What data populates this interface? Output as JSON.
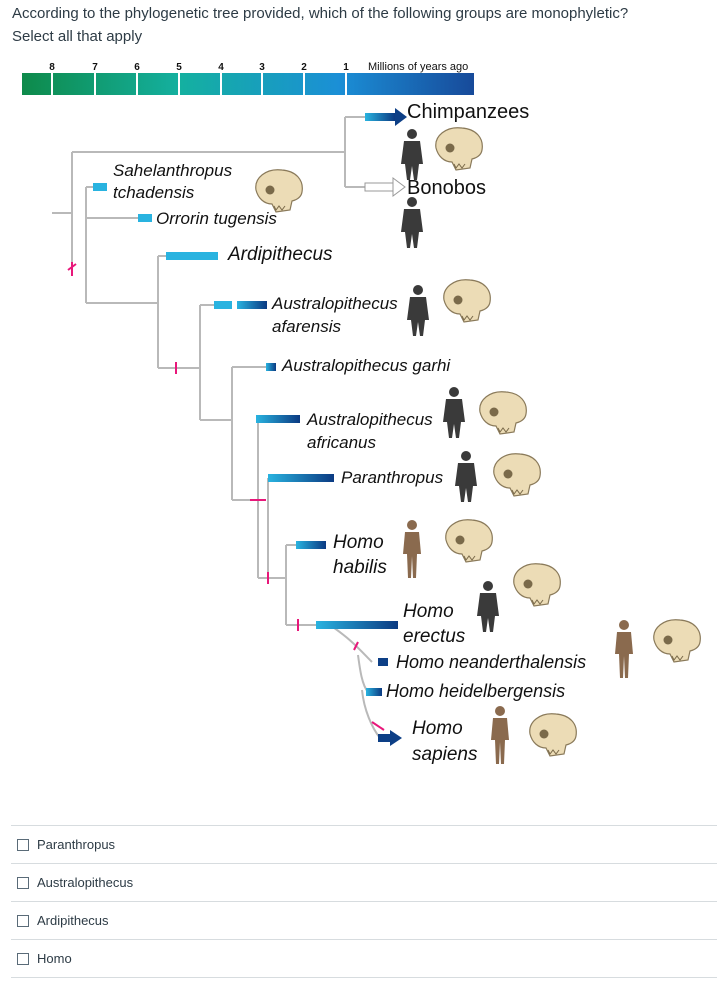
{
  "question": {
    "prompt": "According to the phylogenetic tree provided, which of the following groups are monophyletic?",
    "instruction": "Select all that apply"
  },
  "timeline": {
    "ticks": [
      "8",
      "7",
      "6",
      "5",
      "4",
      "3",
      "2",
      "1"
    ],
    "unit_label": "Millions of years ago"
  },
  "taxa": {
    "chimpanzees": "Chimpanzees",
    "bonobos": "Bonobos",
    "sahelanthropus_1": "Sahelanthropus",
    "sahelanthropus_2": "tchadensis",
    "orrorin": "Orrorin tugensis",
    "ardipithecus": "Ardipithecus",
    "afarensis_1": "Australopithecus",
    "afarensis_2": "afarensis",
    "garhi": "Australopithecus garhi",
    "africanus_1": "Australopithecus",
    "africanus_2": "africanus",
    "paranthropus": "Paranthropus",
    "habilis_1": "Homo",
    "habilis_2": "habilis",
    "erectus_1": "Homo",
    "erectus_2": "erectus",
    "neanderthalensis": "Homo neanderthalensis",
    "heidelbergensis": "Homo heidelbergensis",
    "sapiens_1": "Homo",
    "sapiens_2": "sapiens"
  },
  "options": [
    {
      "label": "Paranthropus",
      "checked": false
    },
    {
      "label": "Australopithecus",
      "checked": false
    },
    {
      "label": "Ardipithecus",
      "checked": false
    },
    {
      "label": "Homo",
      "checked": false
    }
  ],
  "colors": {
    "branch": "#b9b9b9",
    "bar_light": "#1ea7dc",
    "bar_dark": "#0d3f86",
    "tick_mark": "#e8177a",
    "skull": "#ecdcb6",
    "human": "#8a6a4e",
    "ape": "#3a3a3a"
  }
}
